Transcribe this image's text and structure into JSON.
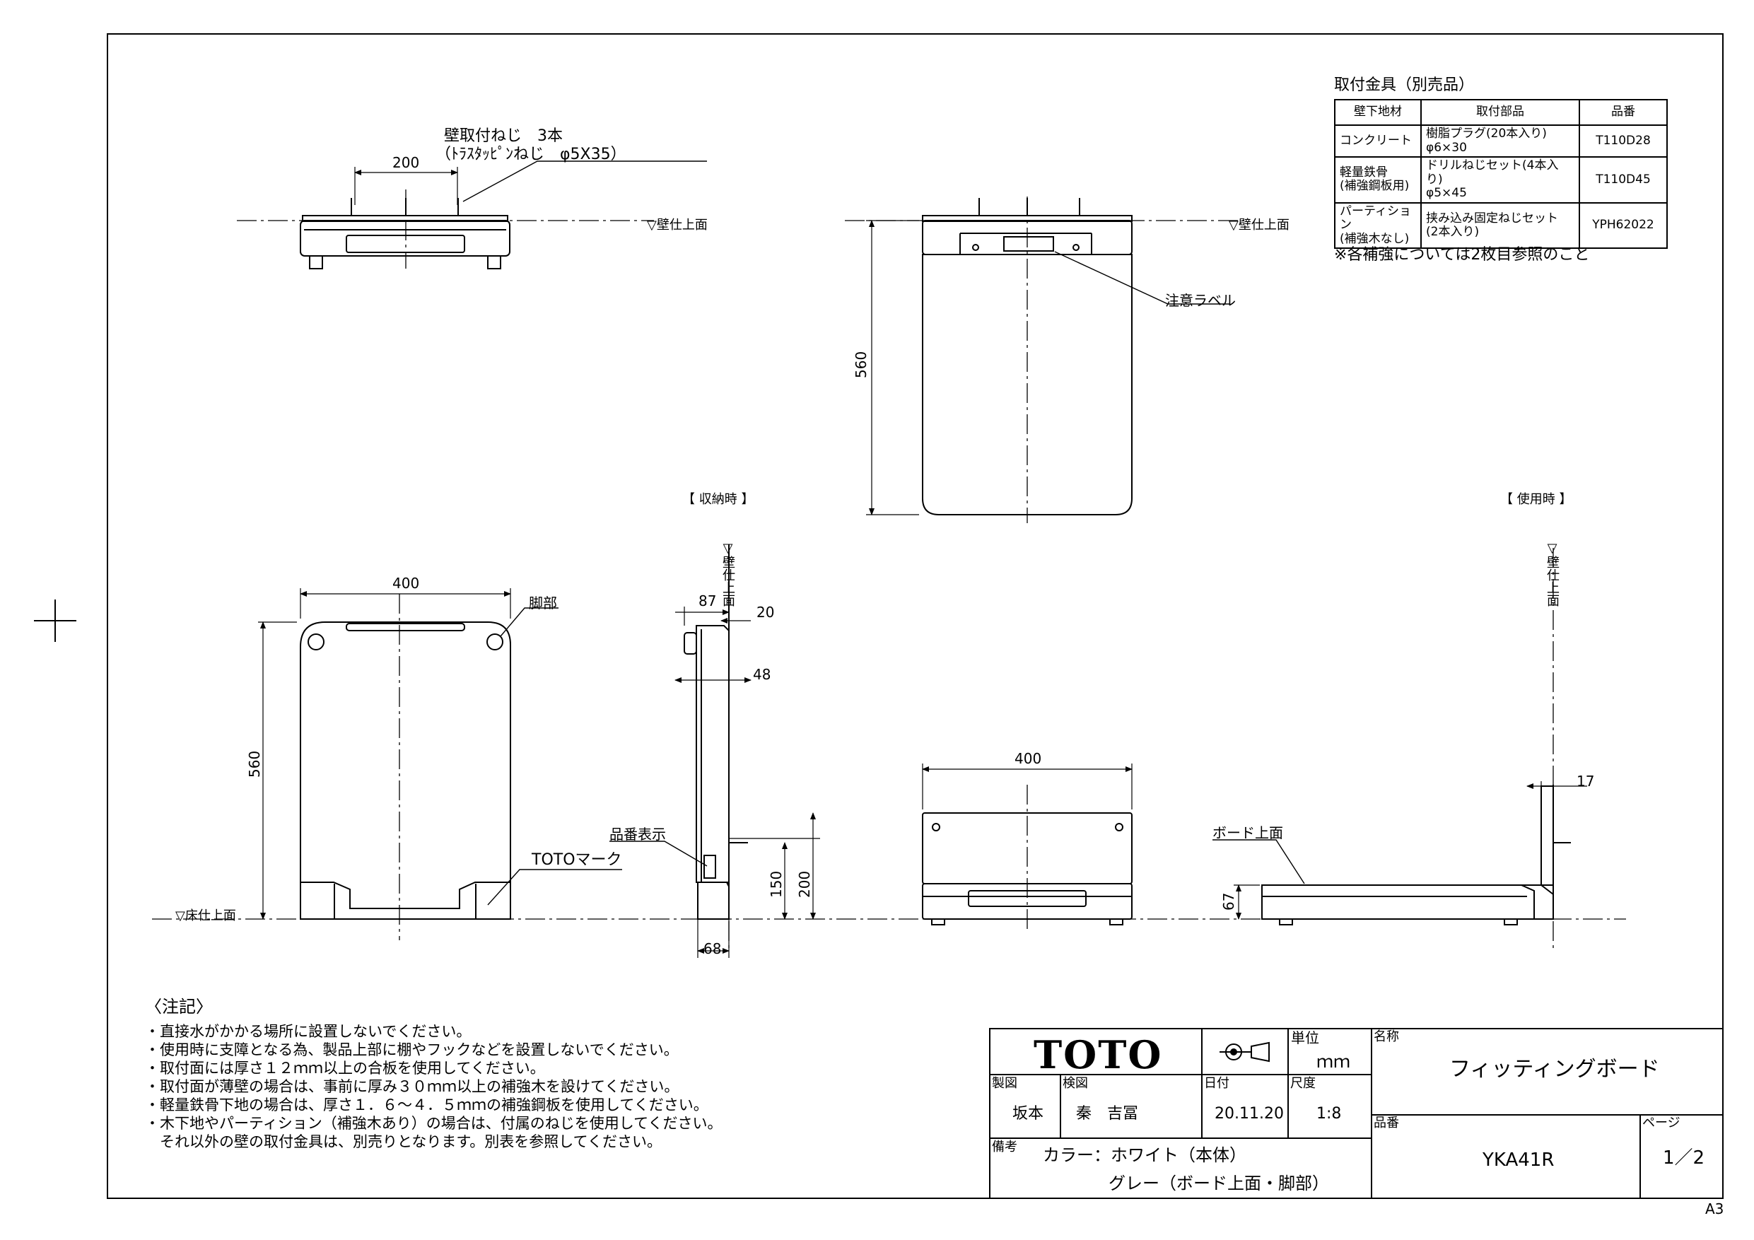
{
  "accessories": {
    "title": "取付金具（別売品）",
    "headers": [
      "壁下地材",
      "取付部品",
      "品番"
    ],
    "rows": [
      {
        "base": "コンクリート",
        "part": "樹脂プラグ(20本入り)\nφ6×30",
        "code": "T110D28"
      },
      {
        "base": "軽量鉄骨\n(補強鋼板用)",
        "part": "ドリルねじセット(4本入り)\nφ5×45",
        "code": "T110D45"
      },
      {
        "base": "パーティション\n(補強木なし)",
        "part": "挟み込み固定ねじセット\n(2本入り)",
        "code": "YPH62022"
      }
    ],
    "footnote": "※各補強については2枚目参照のこと"
  },
  "top_view": {
    "screw_note_1": "壁取付ねじ　3本",
    "screw_note_2": "（ﾄﾗｽﾀｯﾋﾟﾝねじ　φ5X35）",
    "dim_200": "200",
    "wall_left": "▽壁仕上面",
    "wall_right": "▽壁仕上面"
  },
  "front_upper": {
    "dim_560": "560",
    "label_caution": "注意ラベル"
  },
  "stowed": {
    "title": "【 収納時 】",
    "dim_400": "400",
    "dim_560": "560",
    "label_foot": "脚部",
    "label_toto_mark": "TOTOマーク",
    "floor": "▽床仕上面",
    "wall": "▽壁仕上面"
  },
  "side_stowed": {
    "dim_87": "87",
    "dim_20": "20",
    "dim_48": "48",
    "dim_150": "150",
    "dim_200": "200",
    "dim_68": "68",
    "label_part_no": "品番表示"
  },
  "in_use": {
    "title": "【 使用時 】",
    "wall": "▽壁仕上面",
    "dim_400": "400",
    "dim_17": "17",
    "dim_67": "67",
    "label_board_top": "ボード上面"
  },
  "notes": {
    "heading": "〈注記〉",
    "lines": [
      "・直接水がかかる場所に設置しないでください。",
      "・使用時に支障となる為、製品上部に棚やフックなどを設置しないでください。",
      "・取付面には厚さ１２ｍｍ以上の合板を使用してください。",
      "・取付面が薄壁の場合は、事前に厚み３０ｍｍ以上の補強木を設けてください。",
      "・軽量鉄骨下地の場合は、厚さ１．６～４．５ｍｍの補強鋼板を使用してください。",
      "・木下地やパーティション（補強木あり）の場合は、付属のねじを使用してください。",
      "　それ以外の壁の取付金具は、別売りとなります。別表を参照してください。"
    ]
  },
  "title_block": {
    "logo": "TOTO",
    "unit_label": "単位",
    "unit_value": "ｍｍ",
    "drawn_label": "製図",
    "drawn_value": "坂本",
    "checked_label": "検図",
    "checked_value": "秦　吉冨",
    "date_label": "日付",
    "date_value": "20.11.20",
    "scale_label": "尺度",
    "scale_value": "1:8",
    "name_label": "名称",
    "name_value": "フィッティングボード",
    "part_label": "品番",
    "part_value": "YKA41R",
    "page_label": "ページ",
    "page_value": "1／2",
    "remarks_label": "備考",
    "remarks_1": "カラー：ホワイト（本体）",
    "remarks_2": "グレー（ボード上面・脚部）"
  },
  "sheet_size": "A3"
}
